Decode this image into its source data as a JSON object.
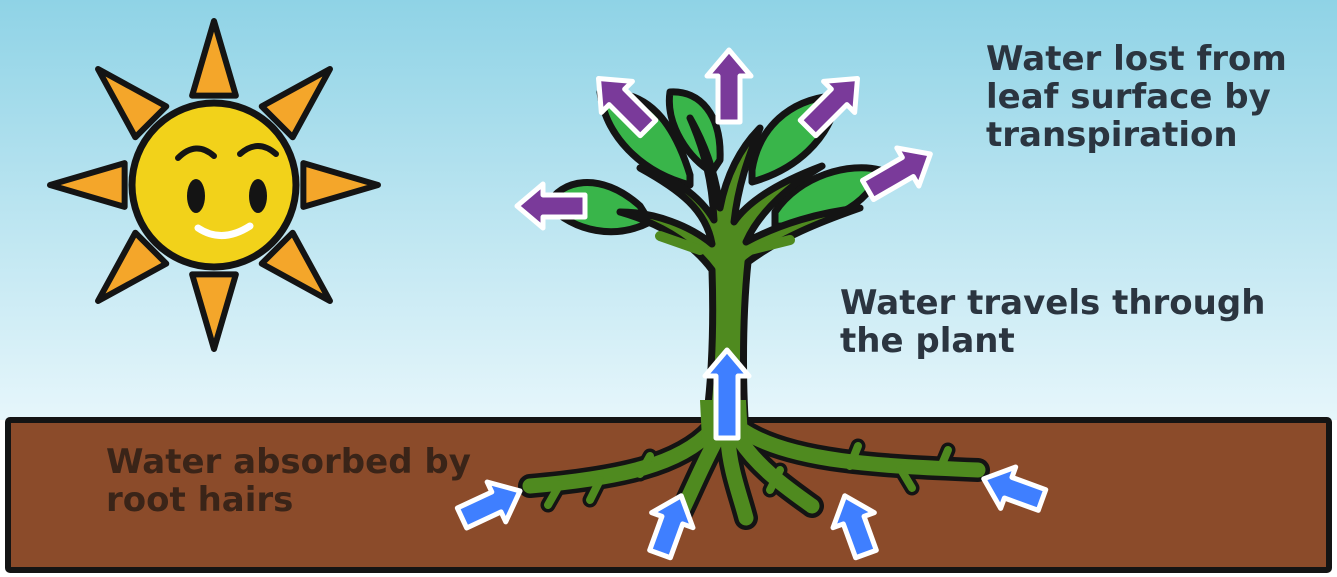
{
  "labels": {
    "transpiration": [
      "Water lost from",
      "leaf surface by",
      "transpiration"
    ],
    "travel": [
      "Water travels through",
      "the plant"
    ],
    "absorb": [
      "Water absorbed by",
      "root hairs"
    ]
  },
  "colors": {
    "sky_top": "#8fd3e6",
    "sky_bottom": "#e6f6fb",
    "soil": "#8b4b2a",
    "outline": "#141414",
    "sun_body": "#f2d21a",
    "sun_ray": "#f4a62a",
    "plant_stem": "#4f8a1f",
    "leaf": "#39b54a",
    "transpiration_arrow": "#7a3a9a",
    "uptake_arrow": "#3f7fff",
    "sky_text": "#2b3540",
    "soil_text": "#3a2418"
  },
  "icons": {
    "sun": "smiling-sun-icon",
    "plant": "plant-with-roots-icon",
    "arrow": "arrow-icon"
  }
}
